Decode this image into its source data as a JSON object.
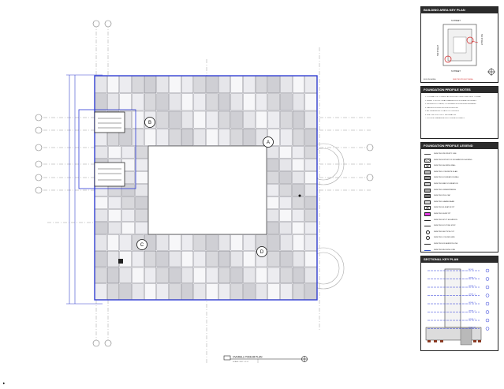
{
  "plan": {
    "title": "OVERALL PODIUM PLAN",
    "subtitle": "SCALE: 1/16\" = 1'-0\"",
    "zones": [
      {
        "id": "A"
      },
      {
        "id": "B"
      },
      {
        "id": "C"
      },
      {
        "id": "D"
      }
    ]
  },
  "key_plan": {
    "title": "BUILDING AREA KEY PLAN",
    "street_top": "N STREET",
    "street_bottom": "N STREET",
    "street_left": "NW STREET",
    "street_right": "NW STREET",
    "notes": [
      "BUILDING AREA",
      "DENOTES PROJECT AREA"
    ]
  },
  "notes_panel": {
    "title": "FOUNDATION PROFILE NOTES",
    "lines": [
      "1. CONTRACTOR TO VERIFY ALL EXISTING CONDITIONS PRIOR TO START",
      "2. REFER TO STRUCTURAL DRAWINGS FOR FOUNDATION DETAILS",
      "3. SHORING BY OTHERS, COORDINATE WITH SHORING ENGINEER",
      "4. WATERPROOFING PER SPECIFICATIONS",
      "5. ALL DIMENSIONS TO FACE OF CONCRETE",
      "6. SEE CIVIL FOR UTILITY INFORMATION",
      "7. PROVIDE DRAINAGE AT ALL FOUNDATION WALLS"
    ]
  },
  "legend_panel": {
    "title": "FOUNDATION PROFILE LEGEND",
    "items": [
      {
        "label": "DENOTES PROPERTY LINE",
        "symbol": "line",
        "color": "#444444"
      },
      {
        "label": "DENOTES EXTENT OF EXCAVATION SHORING",
        "symbol": "hatch",
        "color": "#888888"
      },
      {
        "label": "DENOTES SHORING WALL",
        "symbol": "box-x",
        "color": "#333333"
      },
      {
        "label": "DENOTES CONCRETE SLAB",
        "symbol": "fill",
        "color": "#bbbbbb"
      },
      {
        "label": "DENOTES FOUNDATION WALL",
        "symbol": "fill",
        "color": "#999999"
      },
      {
        "label": "DENOTES MAT FOUNDATION",
        "symbol": "fill",
        "color": "#cccccc"
      },
      {
        "label": "DENOTES UNDERPINNING",
        "symbol": "fill",
        "color": "#aaaaaa"
      },
      {
        "label": "DENOTES PILE CAP",
        "symbol": "fill",
        "color": "#777777"
      },
      {
        "label": "DENOTES GRADE BEAM",
        "symbol": "fill",
        "color": "#dddddd"
      },
      {
        "label": "DENOTES ELEVATOR PIT",
        "symbol": "box-x",
        "color": "#333333"
      },
      {
        "label": "DENOTES SUMP PIT",
        "symbol": "fill",
        "color": "#e23be2"
      },
      {
        "label": "DENOTES SPOT ELEVATION",
        "symbol": "line",
        "color": "#222222"
      },
      {
        "label": "DENOTES FOOTING STEP",
        "symbol": "line",
        "color": "#222222"
      },
      {
        "label": "DENOTES SECTION CUT",
        "symbol": "circle",
        "color": "#222222"
      },
      {
        "label": "DENOTES COLUMN GRID",
        "symbol": "circle",
        "color": "#222222"
      },
      {
        "label": "DENOTES EXCAVATION LINE",
        "symbol": "line",
        "color": "#222222"
      },
      {
        "label": "DENOTES BUILDING LINE",
        "symbol": "line",
        "color": "#3355cc"
      }
    ]
  },
  "section_panel": {
    "title": "SECTIONAL KEY PLAN",
    "levels": [
      "ROOF",
      "LEVEL 6",
      "LEVEL 5",
      "LEVEL 4",
      "LEVEL 3",
      "LEVEL 2",
      "LEVEL 1",
      "PODIUM"
    ]
  },
  "colors": {
    "building_outline": "#2d3bd8",
    "grid_line": "#888888",
    "marker_red": "#d11a1a"
  },
  "icons": {
    "north_arrow": "north-arrow-icon",
    "cursor": "arrow-cursor-icon"
  }
}
